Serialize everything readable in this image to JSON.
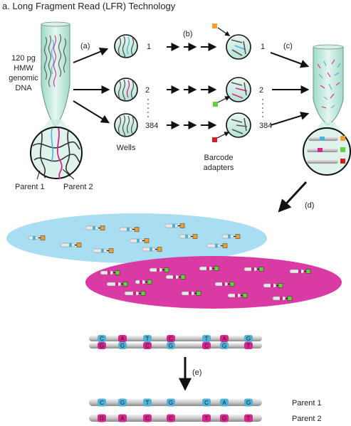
{
  "title": "a. Long Fragment Read (LFR) Technology",
  "input_label": [
    "120 pg",
    "HMW",
    "genomic",
    "DNA"
  ],
  "parent1_label": "Parent 1",
  "parent2_label": "Parent 2",
  "steps": {
    "a": "(a)",
    "b": "(b)",
    "c": "(c)",
    "d": "(d)",
    "e": "(e)"
  },
  "wells_label": "Wells",
  "well_numbers": [
    "1",
    "2",
    "384"
  ],
  "barcode_label": [
    "Barcode",
    "adapters"
  ],
  "seq_top": [
    "C",
    "A",
    "T",
    "C",
    "T",
    "A",
    "G"
  ],
  "seq_bottom": [
    "G",
    "G",
    "C",
    "G",
    "C",
    "G",
    "T"
  ],
  "parent1_bases": [
    "C",
    "G",
    "T",
    "G",
    "C",
    "A",
    "G"
  ],
  "parent2_bases": [
    "G",
    "A",
    "C",
    "C",
    "T",
    "G",
    "T"
  ],
  "colors": {
    "cyan": "#4fb3d9",
    "magenta": "#d6248f",
    "orange": "#f0a030",
    "green": "#5ed43a",
    "red": "#d42020",
    "blue_ellipse": "#a9def2",
    "pink_ellipse": "#d93aa3"
  }
}
